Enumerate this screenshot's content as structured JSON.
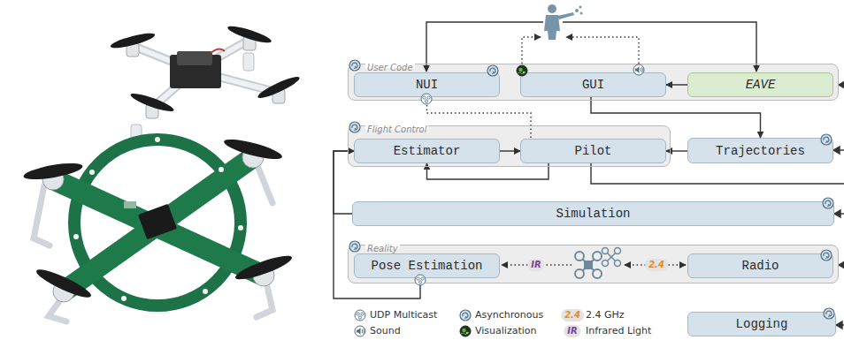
{
  "diagram": {
    "nodes": [
      {
        "text": [
          "User Code"
        ]
      },
      {
        "text": [
          "NUI"
        ],
        "in": 0
      },
      {
        "text": [
          "GUI"
        ],
        "in": 0
      },
      {
        "text": [
          "EAVE"
        ],
        "in": 0
      },
      {
        "text": [
          "Flight Control"
        ]
      },
      {
        "text": [
          "Estimator"
        ],
        "in": 4
      },
      {
        "text": [
          "Pilot"
        ],
        "in": 4
      },
      {
        "text": [
          "Trajectories"
        ]
      },
      {
        "text": [
          "Simulation"
        ]
      },
      {
        "text": [
          "Reality"
        ]
      },
      {
        "text": [
          "Pose Estimation"
        ],
        "in": 9
      },
      {
        "text": [
          "Radio"
        ],
        "in": 9
      },
      {
        "text": [
          "Logging"
        ]
      }
    ],
    "edges": [
      {
        "from": 3,
        "to": 2,
        "arrow": "to"
      },
      {
        "from": 1,
        "to": 6,
        "arrow": "none"
      },
      {
        "from": 2,
        "to": 7,
        "arrow": "to"
      },
      {
        "from": 5,
        "to": 6,
        "arrow": "to"
      },
      {
        "from": 7,
        "to": 6,
        "arrow": "to"
      },
      {
        "from": 6,
        "to": 5,
        "arrow": "to"
      },
      {
        "from": 8,
        "to": 5,
        "arrow": "to"
      },
      {
        "from": 10,
        "to": 5,
        "arrow": "to"
      }
    ],
    "labels": [
      "IR",
      "2.4",
      "2.4",
      "IR"
    ],
    "legend": [
      {
        "text": "UDP Multicast"
      },
      {
        "text": "Asynchronous"
      },
      {
        "text": "2.4 GHz"
      },
      {
        "text": "Sound"
      },
      {
        "text": "Visualization"
      },
      {
        "text": "Infrared Light"
      }
    ]
  }
}
